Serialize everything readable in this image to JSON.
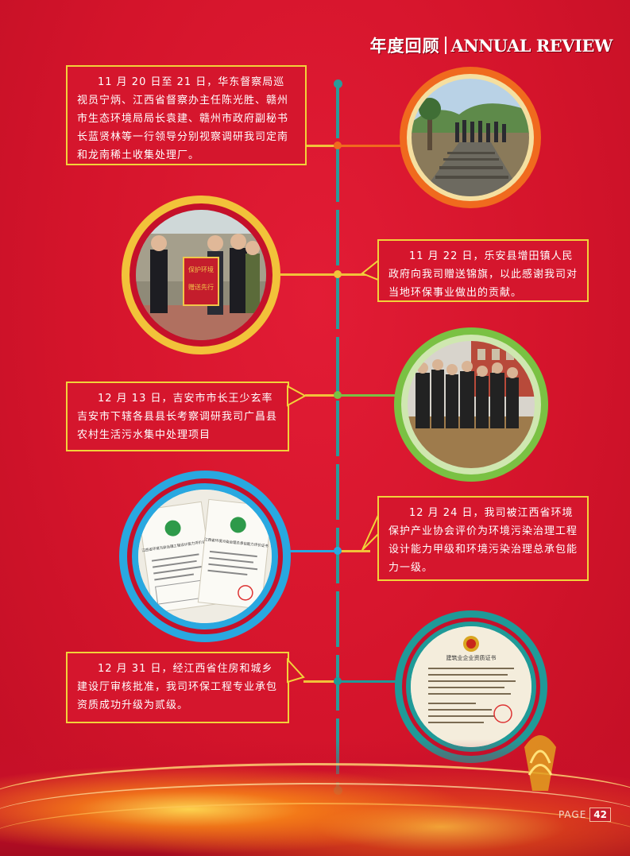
{
  "header": {
    "title_cn": "年度回顾",
    "title_en": "ANNUAL REVIEW"
  },
  "events": [
    {
      "text": "11 月 20 日至 21 日，华东督察局巡视员宁炳、江西省督察办主任陈光胜、赣州市生态环境局局长袁建、赣州市政府副秘书长蓝贤林等一行领导分别视察调研我司定南和龙南稀土收集处理厂。"
    },
    {
      "text": "11 月 22 日，乐安县增田镇人民政府向我司赠送锦旗，以此感谢我司对当地环保事业做出的贡献。"
    },
    {
      "text": "12 月 13 日，吉安市市长王少玄率吉安市下辖各县县长考察调研我司广昌县农村生活污水集中处理项目"
    },
    {
      "text": "12 月 24 日，我司被江西省环境保护产业协会评价为环境污染治理工程设计能力甲级和环境污染治理总承包能力一级。"
    },
    {
      "text": "12 月 31 日，经江西省住房和城乡建设厅审核批准，我司环保工程专业承包资质成功升级为贰级。"
    }
  ],
  "photos": {
    "banner_text": [
      "保护环境",
      "赠送先行"
    ],
    "cert_title_a": "江西省环境污染治理工程设计能力评价证书",
    "cert_title_b": "江西省环境污染治理总承包能力评价证书",
    "cert_title_c": "建筑业企业资质证书"
  },
  "footer": {
    "page_label": "PAGE",
    "page_number": "42"
  },
  "colors": {
    "background": "#d9162c",
    "spine": "#2a9b9a",
    "box_border": "#f2d23a",
    "ring_orange": "#f06a1e",
    "ring_yellow": "#f2c23a",
    "ring_green": "#7ac143",
    "ring_cyan": "#29a8e0",
    "ring_teal": "#1f9a98"
  }
}
